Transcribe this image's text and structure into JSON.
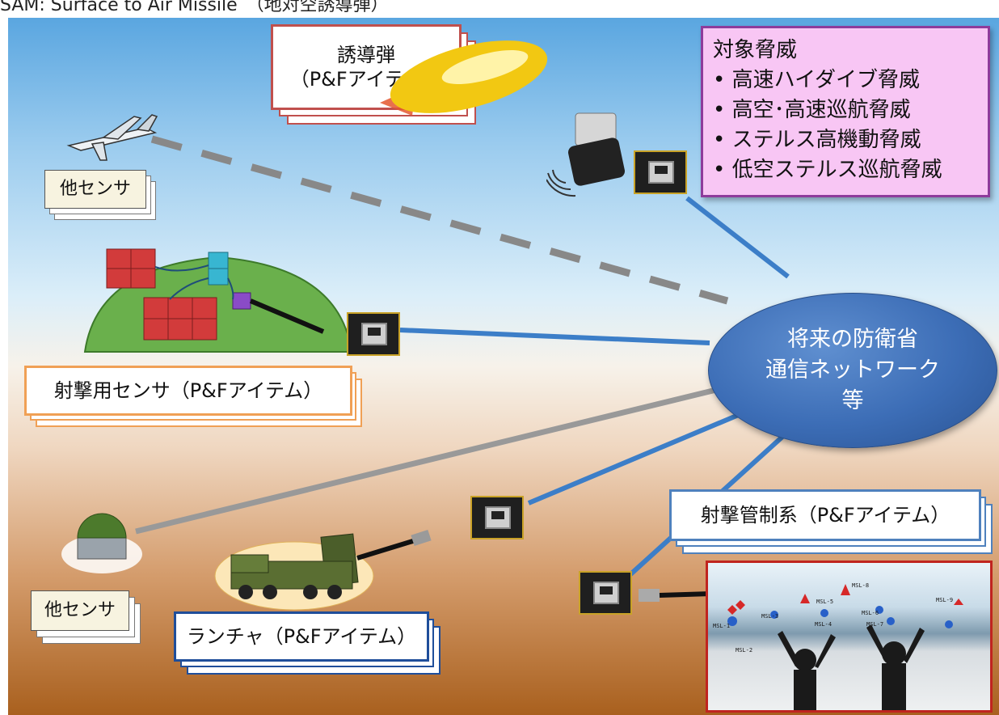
{
  "title": "SAM: Surface to Air Missile　（地対空誘導弾）",
  "missile": {
    "line1": "誘導弾",
    "line2": "（P&Fアイテム）"
  },
  "threats": {
    "heading": "対象脅威",
    "items": [
      "高速ハイダイブ脅威",
      "高空･高速巡航脅威",
      "ステルス高機動脅威",
      "低空ステルス巡航脅威"
    ]
  },
  "other_sensor_top": "他センサ",
  "other_sensor_bottom": "他センサ",
  "fire_sensor": "射撃用センサ（P&Fアイテム）",
  "network": {
    "line1": "将来の防衛省",
    "line2": "通信ネットワーク",
    "line3": "等"
  },
  "fire_control": "射撃管制系（P&Fアイテム）",
  "launcher": "ランチャ（P&Fアイテム）",
  "screen_labels": [
    "MSL-1",
    "MSL-2",
    "MSL-3",
    "MSL-4",
    "MSL-5",
    "MSL-6",
    "MSL-7",
    "MSL-8",
    "MSL-9"
  ]
}
